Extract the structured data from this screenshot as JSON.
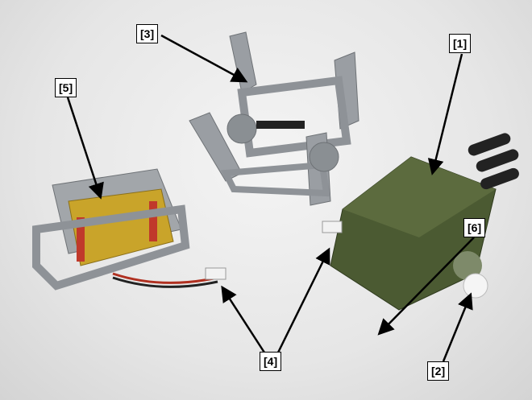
{
  "labels": {
    "l1": "[1]",
    "l2": "[2]",
    "l3": "[3]",
    "l4": "[4]",
    "l5": "[5]",
    "l6": "[6]"
  },
  "colors": {
    "frame_gray": "#9a9ea3",
    "housing_green": "#4b5a32",
    "gear_gray": "#8a8f93",
    "pcb_yellow": "#c9a42a",
    "cylinder_red": "#c0392b"
  }
}
